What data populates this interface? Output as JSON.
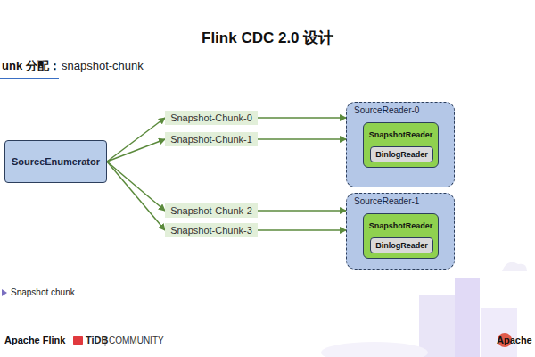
{
  "diagram": {
    "title": "Flink CDC 2.0 设计",
    "nodes": [
      {
        "text": [
          "SourceEnumerator"
        ]
      },
      {
        "text": [
          "Snapshot-Chunk-0"
        ]
      },
      {
        "text": [
          "Snapshot-Chunk-1"
        ]
      },
      {
        "text": [
          "Snapshot-Chunk-2"
        ]
      },
      {
        "text": [
          "Snapshot-Chunk-3"
        ]
      },
      {
        "text": [
          "SourceReader-0"
        ]
      },
      {
        "text": [
          "SnapshotReader"
        ],
        "in": 5
      },
      {
        "text": [
          "BinlogReader"
        ],
        "in": 6
      },
      {
        "text": [
          "SourceReader-1"
        ]
      },
      {
        "text": [
          "SnapshotReader"
        ],
        "in": 8
      },
      {
        "text": [
          "BinlogReader"
        ],
        "in": 9
      }
    ],
    "edges": [
      {
        "from": 0,
        "to": 1,
        "arrow": "to"
      },
      {
        "from": 0,
        "to": 2,
        "arrow": "to"
      },
      {
        "from": 0,
        "to": 3,
        "arrow": "to"
      },
      {
        "from": 0,
        "to": 4,
        "arrow": "to"
      },
      {
        "from": 1,
        "to": 5,
        "arrow": "to"
      },
      {
        "from": 2,
        "to": 5,
        "arrow": "to"
      },
      {
        "from": 3,
        "to": 8,
        "arrow": "to"
      },
      {
        "from": 4,
        "to": 8,
        "arrow": "to"
      }
    ],
    "labels": [
      "unk 分配：",
      "snapshot-chunk",
      "Snapshot chunk",
      "Apache Flink",
      "TiDB",
      "COMMUNITY",
      "Apache"
    ]
  }
}
